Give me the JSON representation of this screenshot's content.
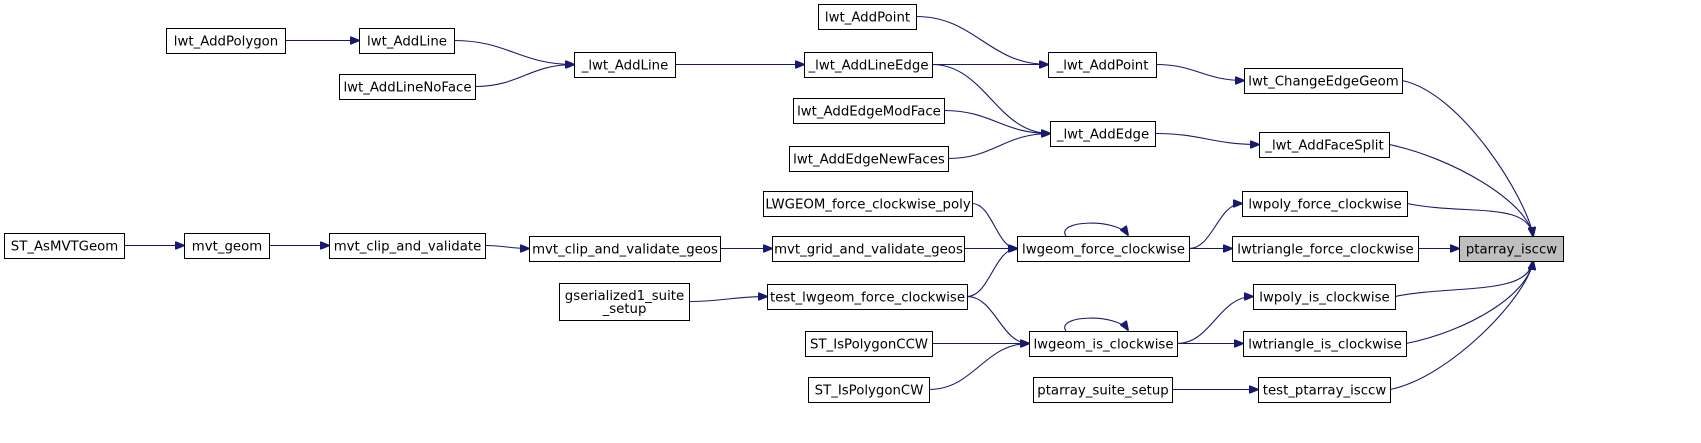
{
  "graph": {
    "nodes": [
      {
        "id": "ptarray_isccw",
        "lines": [
          "ptarray_isccw"
        ],
        "root": true
      },
      {
        "id": "lwt_ChangeEdgeGeom",
        "lines": [
          "lwt_ChangeEdgeGeom"
        ]
      },
      {
        "id": "_lwt_AddPoint",
        "lines": [
          "_lwt_AddPoint"
        ]
      },
      {
        "id": "lwt_AddPoint",
        "lines": [
          "lwt_AddPoint"
        ]
      },
      {
        "id": "_lwt_AddLineEdge",
        "lines": [
          "_lwt_AddLineEdge"
        ]
      },
      {
        "id": "_lwt_AddLine",
        "lines": [
          "_lwt_AddLine"
        ]
      },
      {
        "id": "lwt_AddLine",
        "lines": [
          "lwt_AddLine"
        ]
      },
      {
        "id": "lwt_AddPolygon",
        "lines": [
          "lwt_AddPolygon"
        ]
      },
      {
        "id": "lwt_AddLineNoFace",
        "lines": [
          "lwt_AddLineNoFace"
        ]
      },
      {
        "id": "_lwt_AddFaceSplit",
        "lines": [
          "_lwt_AddFaceSplit"
        ]
      },
      {
        "id": "_lwt_AddEdge",
        "lines": [
          "_lwt_AddEdge"
        ]
      },
      {
        "id": "lwt_AddEdgeModFace",
        "lines": [
          "lwt_AddEdgeModFace"
        ]
      },
      {
        "id": "lwt_AddEdgeNewFaces",
        "lines": [
          "lwt_AddEdgeNewFaces"
        ]
      },
      {
        "id": "lwpoly_force_clockwise",
        "lines": [
          "lwpoly_force_clockwise"
        ]
      },
      {
        "id": "lwgeom_force_clockwise",
        "lines": [
          "lwgeom_force_clockwise"
        ]
      },
      {
        "id": "LWGEOM_force_clockwise_poly",
        "lines": [
          "LWGEOM_force_clockwise_poly"
        ]
      },
      {
        "id": "mvt_grid_and_validate_geos",
        "lines": [
          "mvt_grid_and_validate_geos"
        ]
      },
      {
        "id": "mvt_clip_and_validate_geos",
        "lines": [
          "mvt_clip_and_validate_geos"
        ]
      },
      {
        "id": "mvt_clip_and_validate",
        "lines": [
          "mvt_clip_and_validate"
        ]
      },
      {
        "id": "mvt_geom",
        "lines": [
          "mvt_geom"
        ]
      },
      {
        "id": "ST_AsMVTGeom",
        "lines": [
          "ST_AsMVTGeom"
        ]
      },
      {
        "id": "test_lwgeom_force_clockwise",
        "lines": [
          "test_lwgeom_force_clockwise"
        ]
      },
      {
        "id": "gserialized1_suite_setup",
        "lines": [
          "gserialized1_suite",
          "_setup"
        ]
      },
      {
        "id": "lwtriangle_force_clockwise",
        "lines": [
          "lwtriangle_force_clockwise"
        ]
      },
      {
        "id": "lwpoly_is_clockwise",
        "lines": [
          "lwpoly_is_clockwise"
        ]
      },
      {
        "id": "lwgeom_is_clockwise",
        "lines": [
          "lwgeom_is_clockwise"
        ]
      },
      {
        "id": "ST_IsPolygonCCW",
        "lines": [
          "ST_IsPolygonCCW"
        ]
      },
      {
        "id": "ST_IsPolygonCW",
        "lines": [
          "ST_IsPolygonCW"
        ]
      },
      {
        "id": "lwtriangle_is_clockwise",
        "lines": [
          "lwtriangle_is_clockwise"
        ]
      },
      {
        "id": "test_ptarray_isccw",
        "lines": [
          "test_ptarray_isccw"
        ]
      },
      {
        "id": "ptarray_suite_setup",
        "lines": [
          "ptarray_suite_setup"
        ]
      }
    ],
    "edges": [
      {
        "from": "lwt_ChangeEdgeGeom",
        "to": "ptarray_isccw"
      },
      {
        "from": "_lwt_AddFaceSplit",
        "to": "ptarray_isccw"
      },
      {
        "from": "lwpoly_force_clockwise",
        "to": "ptarray_isccw"
      },
      {
        "from": "lwtriangle_force_clockwise",
        "to": "ptarray_isccw"
      },
      {
        "from": "lwpoly_is_clockwise",
        "to": "ptarray_isccw"
      },
      {
        "from": "lwtriangle_is_clockwise",
        "to": "ptarray_isccw"
      },
      {
        "from": "test_ptarray_isccw",
        "to": "ptarray_isccw"
      },
      {
        "from": "_lwt_AddPoint",
        "to": "lwt_ChangeEdgeGeom"
      },
      {
        "from": "lwt_AddPoint",
        "to": "_lwt_AddPoint"
      },
      {
        "from": "_lwt_AddLineEdge",
        "to": "_lwt_AddPoint"
      },
      {
        "from": "_lwt_AddLine",
        "to": "_lwt_AddLineEdge"
      },
      {
        "from": "lwt_AddLine",
        "to": "_lwt_AddLine"
      },
      {
        "from": "lwt_AddLineNoFace",
        "to": "_lwt_AddLine"
      },
      {
        "from": "lwt_AddPolygon",
        "to": "lwt_AddLine"
      },
      {
        "from": "_lwt_AddEdge",
        "to": "_lwt_AddFaceSplit"
      },
      {
        "from": "_lwt_AddLineEdge",
        "to": "_lwt_AddEdge"
      },
      {
        "from": "lwt_AddEdgeModFace",
        "to": "_lwt_AddEdge"
      },
      {
        "from": "lwt_AddEdgeNewFaces",
        "to": "_lwt_AddEdge"
      },
      {
        "from": "lwgeom_force_clockwise",
        "to": "lwpoly_force_clockwise"
      },
      {
        "from": "lwgeom_force_clockwise",
        "to": "lwtriangle_force_clockwise"
      },
      {
        "from": "lwgeom_force_clockwise",
        "to": "lwgeom_force_clockwise"
      },
      {
        "from": "LWGEOM_force_clockwise_poly",
        "to": "lwgeom_force_clockwise"
      },
      {
        "from": "mvt_grid_and_validate_geos",
        "to": "lwgeom_force_clockwise"
      },
      {
        "from": "test_lwgeom_force_clockwise",
        "to": "lwgeom_force_clockwise"
      },
      {
        "from": "mvt_clip_and_validate_geos",
        "to": "mvt_grid_and_validate_geos"
      },
      {
        "from": "mvt_clip_and_validate",
        "to": "mvt_clip_and_validate_geos"
      },
      {
        "from": "mvt_geom",
        "to": "mvt_clip_and_validate"
      },
      {
        "from": "ST_AsMVTGeom",
        "to": "mvt_geom"
      },
      {
        "from": "gserialized1_suite_setup",
        "to": "test_lwgeom_force_clockwise"
      },
      {
        "from": "lwgeom_is_clockwise",
        "to": "lwpoly_is_clockwise"
      },
      {
        "from": "lwgeom_is_clockwise",
        "to": "lwtriangle_is_clockwise"
      },
      {
        "from": "lwgeom_is_clockwise",
        "to": "lwgeom_is_clockwise"
      },
      {
        "from": "test_lwgeom_force_clockwise",
        "to": "lwgeom_is_clockwise"
      },
      {
        "from": "ST_IsPolygonCCW",
        "to": "lwgeom_is_clockwise"
      },
      {
        "from": "ST_IsPolygonCW",
        "to": "lwgeom_is_clockwise"
      },
      {
        "from": "ptarray_suite_setup",
        "to": "test_ptarray_isccw"
      }
    ]
  }
}
